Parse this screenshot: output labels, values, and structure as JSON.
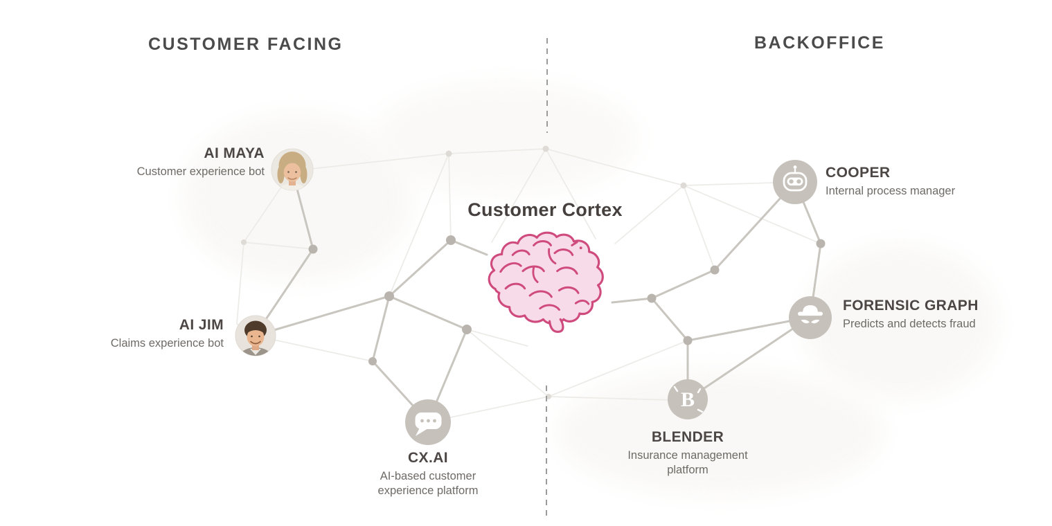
{
  "diagram": {
    "title": "Customer Cortex platform map",
    "sections": {
      "left": {
        "title": "CUSTOMER FACING"
      },
      "right": {
        "title": "BACKOFFICE"
      }
    },
    "center": {
      "title": "Customer Cortex",
      "icon": "brain-icon"
    },
    "nodes": {
      "ai_maya": {
        "title": "AI MAYA",
        "subtitle": "Customer experience bot",
        "icon": "woman-avatar"
      },
      "ai_jim": {
        "title": "AI JIM",
        "subtitle": "Claims experience bot",
        "icon": "man-avatar"
      },
      "cx_ai": {
        "title": "CX.AI",
        "subtitle": "AI-based customer experience platform",
        "icon": "chat-bubble-icon"
      },
      "cooper": {
        "title": "COOPER",
        "subtitle": "Internal process manager",
        "icon": "robot-icon"
      },
      "forensic_graph": {
        "title": "FORENSIC GRAPH",
        "subtitle": "Predicts and detects fraud",
        "icon": "spy-icon"
      },
      "blender": {
        "title": "BLENDER",
        "subtitle": "Insurance management platform",
        "icon": "letter-b-icon",
        "icon_text": "B"
      }
    },
    "colors": {
      "brain_stroke": "#cf4a7d",
      "brain_fill": "#f8dbe8",
      "node_circle": "#c6c2bb",
      "edge_dark": "#c9c5bf",
      "edge_light": "#ecebe7",
      "junction_dot": "#b9b5ae",
      "divider": "#9b9b9b",
      "title_text": "#4b4b4b",
      "subtitle_text": "#6e6a65"
    }
  }
}
